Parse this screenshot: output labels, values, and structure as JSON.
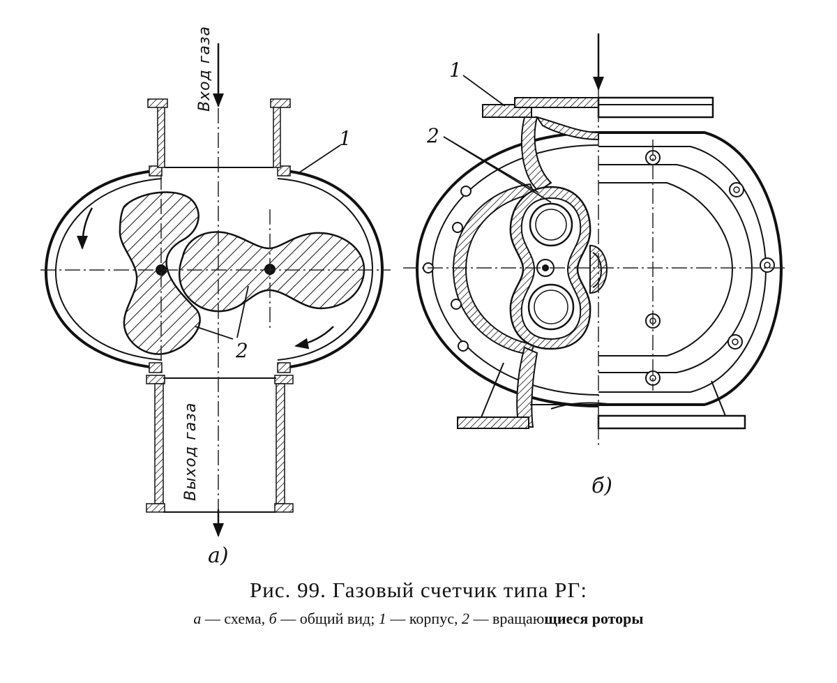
{
  "labels": {
    "inlet": "Вход газа",
    "outlet": "Выход газа",
    "body_number": "1",
    "rotors_number": "2",
    "panel_a": "a)",
    "panel_b": "б)"
  },
  "caption": {
    "title": "Рис. 99. Газовый счетчик типа РГ:",
    "legend": {
      "a_key": "а",
      "a_text": "— схема,",
      "b_key": "б",
      "b_text": "— общий вид;",
      "n1_key": "1",
      "n1_text": "— корпус,",
      "n2_key": "2",
      "n2_text_regular": "— вращаю",
      "n2_text_bold": "щиеся роторы"
    }
  }
}
